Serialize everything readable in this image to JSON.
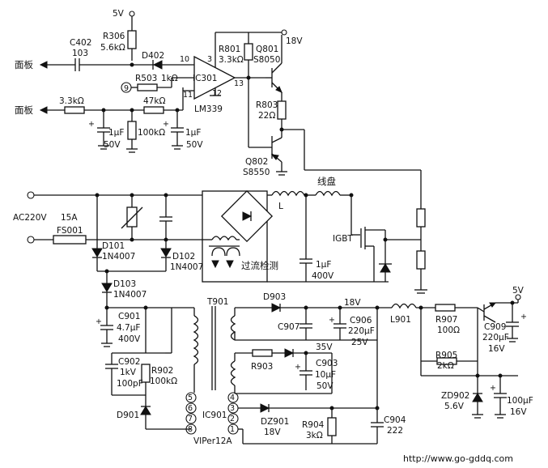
{
  "labels": {
    "v5_top": "5V",
    "c402": "C402",
    "c402v": "103",
    "r306": "R306",
    "r306v": "5.6kΩ",
    "d402": "D402",
    "panel1": "面板",
    "panel2": "面板",
    "pin9": "9",
    "r503": "R503",
    "r503v": "1kΩ",
    "ic301": "IC301",
    "lm339": "LM339",
    "pin10": "10",
    "pin3": "3",
    "pin11": "11",
    "pin12": "12",
    "pin13": "13",
    "r801": "R801",
    "r801v": "3.3kΩ",
    "q801": "Q801",
    "q801v": "S8050",
    "v18_top": "18V",
    "r803": "R803",
    "r803v": "22Ω",
    "q802": "Q802",
    "q802v": "S8550",
    "r33k": "3.3kΩ",
    "r47k": "47kΩ",
    "r100k": "100kΩ",
    "c1u_a": "1μF",
    "c50_a": "50V",
    "c1u_b": "1μF",
    "c50_b": "50V",
    "plus": "+",
    "coil": "线盘",
    "ac": "AC220V",
    "fuse_a": "15A",
    "fs001": "FS001",
    "lbl_L": "L",
    "d101": "D101",
    "d101v": "1N4007",
    "d102": "D102",
    "d102v": "1N4007",
    "d103": "D103",
    "d103v": "1N4007",
    "overcurrent": "过流检测",
    "igbt": "IGBT",
    "c1u_c": "1μF",
    "c400": "400V",
    "c901": "C901",
    "c901a": "4.7μF",
    "c901b": "400V",
    "t901": "T901",
    "d903": "D903",
    "v18_mid": "18V",
    "c907": "C907",
    "c906": "C906",
    "c906a": "220μF",
    "c906b": "25V",
    "l901": "L901",
    "r907": "R907",
    "r907v": "100Ω",
    "c909": "C909",
    "c909a": "220μF",
    "c909b": "16V",
    "v5_right": "5V",
    "c902": "C902",
    "c902a": "1kV",
    "c902b": "100pF",
    "r902": "R902",
    "r902v": "100kΩ",
    "r903": "R903",
    "v35": "35V",
    "c903": "C903",
    "c903a": "10μF",
    "c903b": "50V",
    "r905": "R905",
    "r905v": "2kΩ",
    "zd902": "ZD902",
    "zd902v": "5.6V",
    "c100u": "100μF",
    "c16v": "16V",
    "d901": "D901",
    "ic901": "IC901",
    "viper": "VIPer12A",
    "p5": "5",
    "p6": "6",
    "p7": "7",
    "p8": "8",
    "p4": "4",
    "p3": "3",
    "p2": "2",
    "p1": "1",
    "dz901": "DZ901",
    "dz901v": "18V",
    "r904": "R904",
    "r904v": "3kΩ",
    "c904": "C904",
    "c904v": "222",
    "url": "http://www.go-gddq.com"
  }
}
